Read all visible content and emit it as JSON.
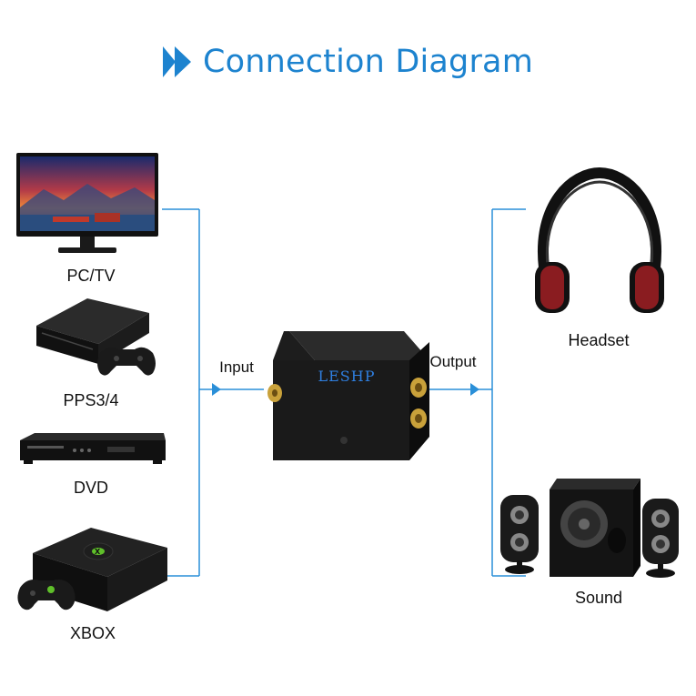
{
  "title": "Connection Diagram",
  "colors": {
    "accent": "#1d83cf",
    "wire": "#2a8fd8"
  },
  "icons": {
    "title": "double-chevron-right-icon"
  },
  "inputs": [
    {
      "label": "PC/TV"
    },
    {
      "label": "PPS3/4"
    },
    {
      "label": "DVD"
    },
    {
      "label": "XBOX"
    }
  ],
  "converter": {
    "brand": "LESHP"
  },
  "connector_labels": {
    "input": "Input",
    "output": "Output"
  },
  "outputs": [
    {
      "label": "Headset"
    },
    {
      "label": "Sound"
    }
  ]
}
